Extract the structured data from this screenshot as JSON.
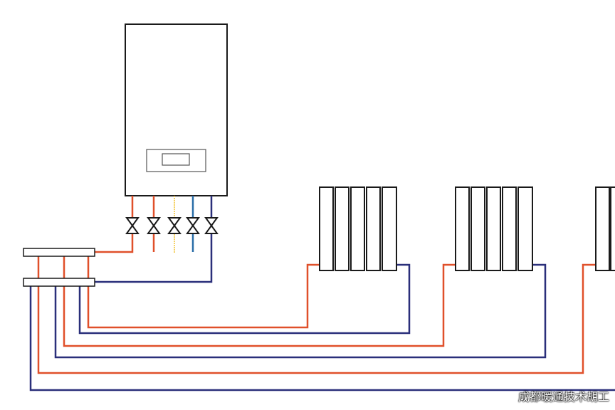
{
  "diagram": {
    "colors": {
      "supply": "#e0502a",
      "return": "#2a2f7a",
      "gas": "#f2c230",
      "cold_water": "#2a6ea8",
      "outline": "#1a1a1a",
      "background": "#ffffff",
      "radiator_fill": "#ffffff"
    },
    "boiler_pipes": [
      "supply",
      "supply",
      "gas",
      "cold_water",
      "return"
    ],
    "radiators": [
      {
        "fins": 5
      },
      {
        "fins": 5
      },
      {
        "fins": 2
      }
    ]
  },
  "watermark": "成都暖通技术胡工"
}
